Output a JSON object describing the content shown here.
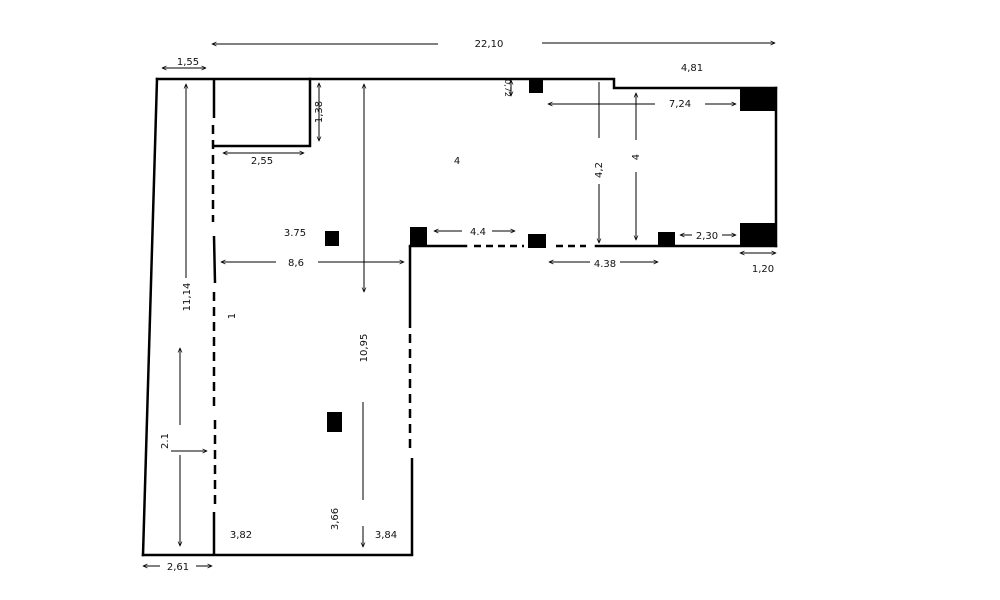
{
  "colors": {
    "ink": "#000000",
    "background": "#ffffff"
  },
  "dimensions": {
    "total_width": "22,10",
    "left_strip_top": "1,55",
    "right_top": "4,81",
    "notch": "0,72",
    "closet_height": "1,38",
    "closet_width": "2,55",
    "right_wing_width": "7,24",
    "right_height_a": "4,2",
    "right_height_b": "4",
    "corridor_opening": "4.4",
    "right_bottom_span": "4.38",
    "right_bottom_end": "2,30",
    "right_pillar_width": "1,20",
    "column_spacing": "3.75",
    "central_width": "8,6",
    "left_strip_length": "11,14",
    "main_depth": "10,95",
    "door_span": "2.1",
    "bottom_depth": "3,66",
    "bottom_left_span": "3,82",
    "bottom_right_span": "3,84",
    "bottom_width": "2,61"
  },
  "rooms": {
    "right_wing": "4",
    "left_strip": "1"
  }
}
